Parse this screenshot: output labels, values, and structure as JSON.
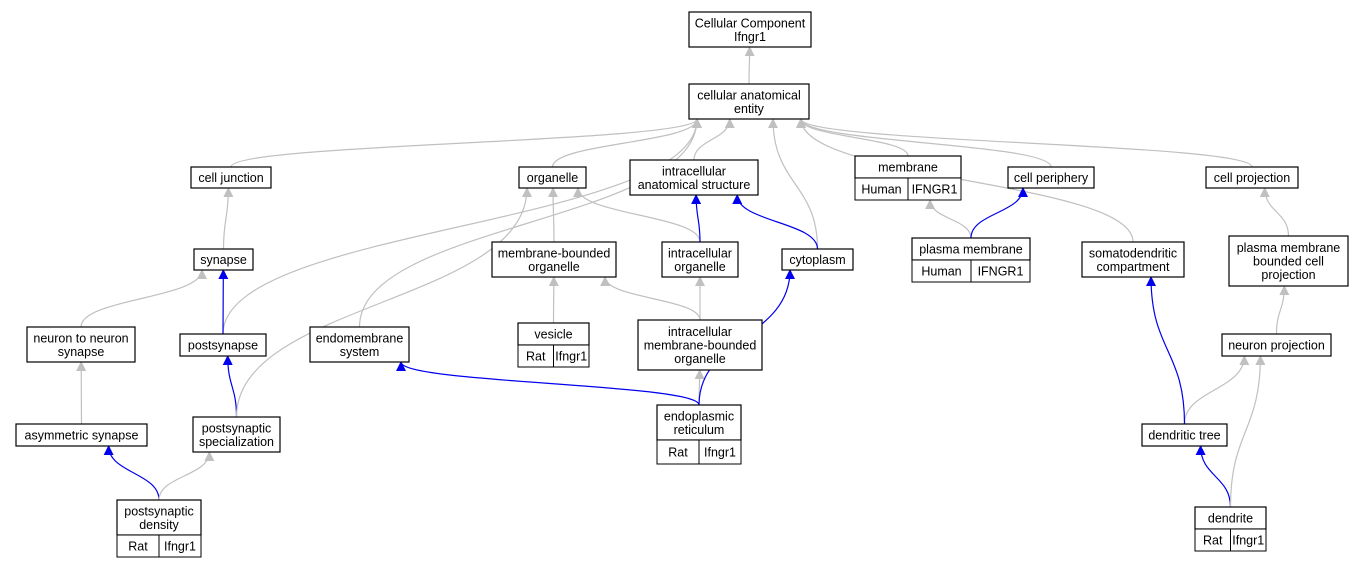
{
  "colors": {
    "is_a": "#c0c0c0",
    "part_of": "#0000ee",
    "rat_annotation": "#ffd700",
    "human_annotation": "#fa6347"
  },
  "nodes": [
    {
      "id": "root",
      "lines": [
        "Cellular Component",
        "Ifngr1"
      ]
    },
    {
      "id": "cae",
      "lines": [
        "cellular anatomical",
        "entity"
      ]
    },
    {
      "id": "cell_junction",
      "lines": [
        "cell junction"
      ]
    },
    {
      "id": "organelle",
      "lines": [
        "organelle"
      ]
    },
    {
      "id": "ias",
      "lines": [
        "intracellular",
        "anatomical structure"
      ]
    },
    {
      "id": "membrane",
      "lines": [
        "membrane"
      ],
      "annotation": {
        "species": "Human",
        "gene": "IFNGR1"
      }
    },
    {
      "id": "cell_periphery",
      "lines": [
        "cell periphery"
      ]
    },
    {
      "id": "cell_projection",
      "lines": [
        "cell projection"
      ]
    },
    {
      "id": "synapse",
      "lines": [
        "synapse"
      ]
    },
    {
      "id": "mbo",
      "lines": [
        "membrane-bounded",
        "organelle"
      ]
    },
    {
      "id": "io",
      "lines": [
        "intracellular",
        "organelle"
      ]
    },
    {
      "id": "cytoplasm",
      "lines": [
        "cytoplasm"
      ]
    },
    {
      "id": "plasma_membrane",
      "lines": [
        "plasma membrane"
      ],
      "annotation": {
        "species": "Human",
        "gene": "IFNGR1"
      }
    },
    {
      "id": "sdc",
      "lines": [
        "somatodendritic",
        "compartment"
      ]
    },
    {
      "id": "pmbcp",
      "lines": [
        "plasma membrane",
        "bounded cell",
        "projection"
      ]
    },
    {
      "id": "n2n",
      "lines": [
        "neuron to neuron",
        "synapse"
      ]
    },
    {
      "id": "postsynapse",
      "lines": [
        "postsynapse"
      ]
    },
    {
      "id": "endomembrane",
      "lines": [
        "endomembrane",
        "system"
      ]
    },
    {
      "id": "vesicle",
      "lines": [
        "vesicle"
      ],
      "annotation": {
        "species": "Rat",
        "gene": "Ifngr1"
      }
    },
    {
      "id": "imbo",
      "lines": [
        "intracellular",
        "membrane-bounded",
        "organelle"
      ]
    },
    {
      "id": "neuron_projection",
      "lines": [
        "neuron projection"
      ]
    },
    {
      "id": "asym",
      "lines": [
        "asymmetric synapse"
      ]
    },
    {
      "id": "pss",
      "lines": [
        "postsynaptic",
        "specialization"
      ]
    },
    {
      "id": "er",
      "lines": [
        "endoplasmic",
        "reticulum"
      ],
      "annotation": {
        "species": "Rat",
        "gene": "Ifngr1"
      }
    },
    {
      "id": "dendritic_tree",
      "lines": [
        "dendritic tree"
      ]
    },
    {
      "id": "psd",
      "lines": [
        "postsynaptic",
        "density"
      ],
      "annotation": {
        "species": "Rat",
        "gene": "Ifngr1"
      }
    },
    {
      "id": "dendrite",
      "lines": [
        "dendrite"
      ],
      "annotation": {
        "species": "Rat",
        "gene": "Ifngr1"
      }
    }
  ],
  "edges": [
    {
      "from": "cae",
      "to": "root",
      "type": "is_a"
    },
    {
      "from": "cell_junction",
      "to": "cae",
      "type": "is_a"
    },
    {
      "from": "postsynapse",
      "to": "cae",
      "type": "is_a"
    },
    {
      "from": "endomembrane",
      "to": "cae",
      "type": "is_a"
    },
    {
      "from": "organelle",
      "to": "cae",
      "type": "is_a"
    },
    {
      "from": "ias",
      "to": "cae",
      "type": "is_a"
    },
    {
      "from": "cytoplasm",
      "to": "cae",
      "type": "is_a"
    },
    {
      "from": "membrane",
      "to": "cae",
      "type": "is_a"
    },
    {
      "from": "cell_periphery",
      "to": "cae",
      "type": "is_a"
    },
    {
      "from": "sdc",
      "to": "cae",
      "type": "is_a"
    },
    {
      "from": "cell_projection",
      "to": "cae",
      "type": "is_a"
    },
    {
      "from": "synapse",
      "to": "cell_junction",
      "type": "is_a"
    },
    {
      "from": "postsynapse",
      "to": "synapse",
      "type": "part_of"
    },
    {
      "from": "n2n",
      "to": "synapse",
      "type": "is_a"
    },
    {
      "from": "asym",
      "to": "n2n",
      "type": "is_a"
    },
    {
      "from": "pss",
      "to": "postsynapse",
      "type": "part_of"
    },
    {
      "from": "psd",
      "to": "asym",
      "type": "part_of"
    },
    {
      "from": "psd",
      "to": "pss",
      "type": "is_a"
    },
    {
      "from": "pss",
      "to": "organelle",
      "type": "is_a"
    },
    {
      "from": "mbo",
      "to": "organelle",
      "type": "is_a"
    },
    {
      "from": "io",
      "to": "organelle",
      "type": "is_a"
    },
    {
      "from": "io",
      "to": "ias",
      "type": "part_of"
    },
    {
      "from": "cytoplasm",
      "to": "ias",
      "type": "part_of"
    },
    {
      "from": "vesicle",
      "to": "mbo",
      "type": "is_a"
    },
    {
      "from": "imbo",
      "to": "mbo",
      "type": "is_a"
    },
    {
      "from": "imbo",
      "to": "io",
      "type": "is_a"
    },
    {
      "from": "er",
      "to": "imbo",
      "type": "is_a"
    },
    {
      "from": "er",
      "to": "endomembrane",
      "type": "part_of"
    },
    {
      "from": "er",
      "to": "cytoplasm",
      "type": "part_of"
    },
    {
      "from": "plasma_membrane",
      "to": "membrane",
      "type": "is_a"
    },
    {
      "from": "plasma_membrane",
      "to": "cell_periphery",
      "type": "part_of"
    },
    {
      "from": "pmbcp",
      "to": "cell_projection",
      "type": "is_a"
    },
    {
      "from": "neuron_projection",
      "to": "pmbcp",
      "type": "is_a"
    },
    {
      "from": "dendritic_tree",
      "to": "neuron_projection",
      "type": "is_a"
    },
    {
      "from": "dendritic_tree",
      "to": "sdc",
      "type": "part_of"
    },
    {
      "from": "dendrite",
      "to": "dendritic_tree",
      "type": "part_of"
    },
    {
      "from": "dendrite",
      "to": "neuron_projection",
      "type": "is_a"
    }
  ]
}
